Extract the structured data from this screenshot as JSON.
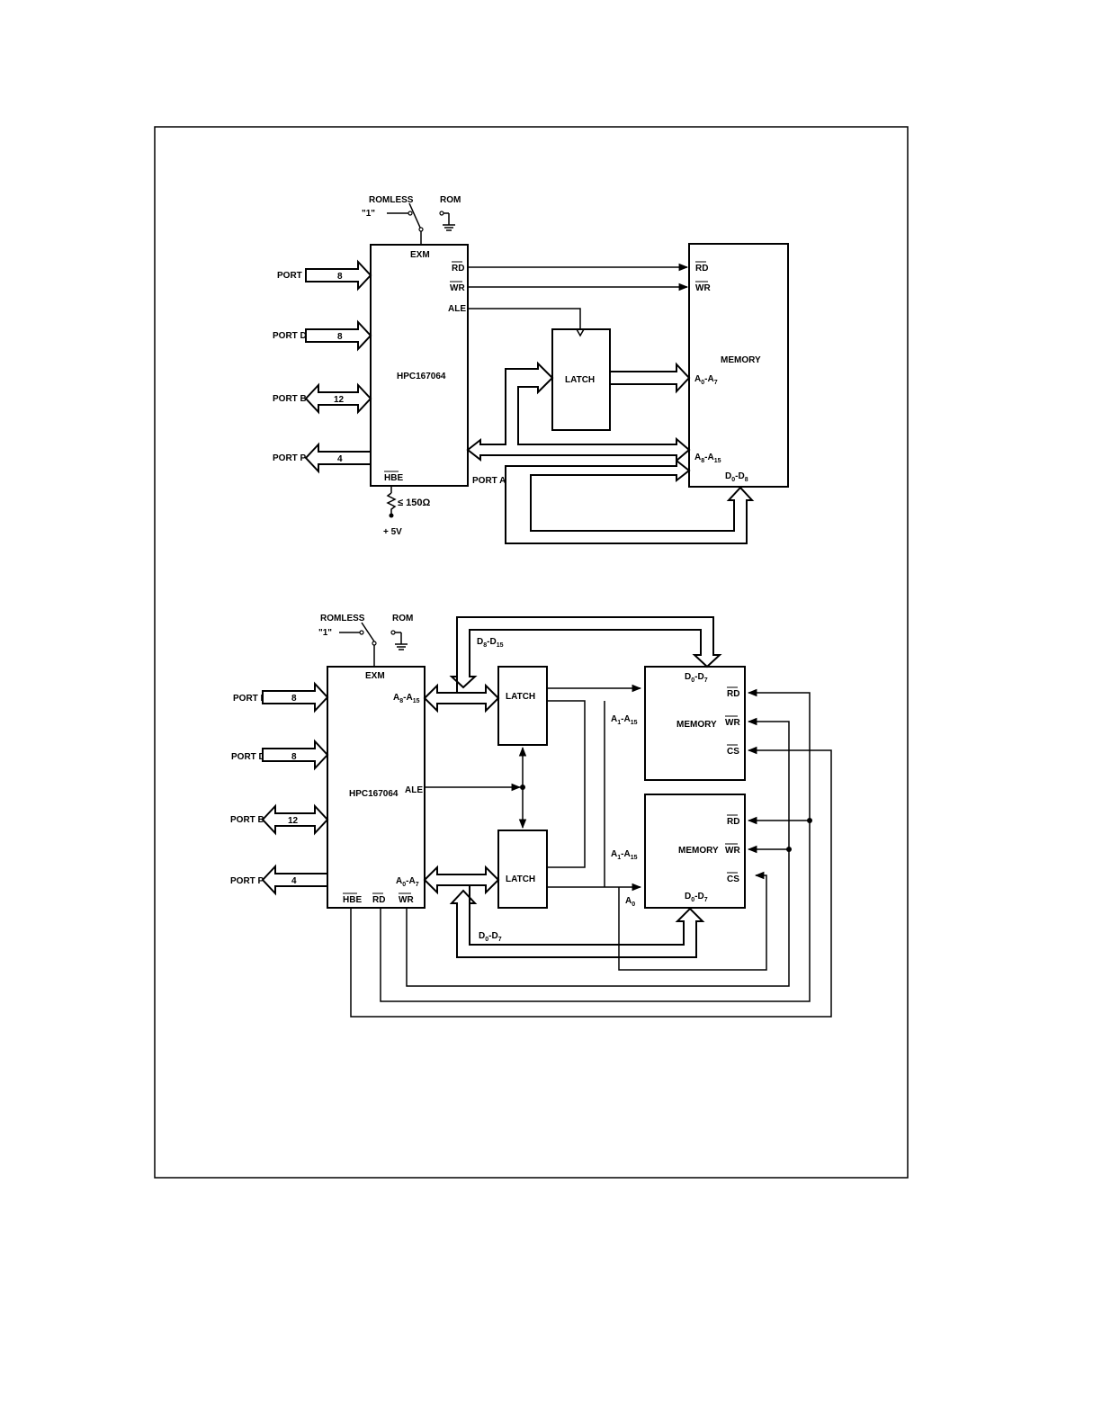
{
  "diagram_1": {
    "switch_romless": "ROMLESS",
    "switch_rom": "ROM",
    "switch_one": "\"1\"",
    "mcu_name": "HPC167064",
    "mcu_exm": "EXM",
    "mcu_rd": "RD",
    "mcu_wr": "WR",
    "mcu_ale": "ALE",
    "mcu_hbe": "HBE",
    "mcu_port_a": "PORT A",
    "port_i": "PORT I",
    "port_i_width": "8",
    "port_d": "PORT D",
    "port_d_width": "8",
    "port_b": "PORT B",
    "port_b_width": "12",
    "port_p": "PORT P",
    "port_p_width": "4",
    "resistor": "≤ 150Ω",
    "supply": "+ 5V",
    "latch": "LATCH",
    "memory": "MEMORY",
    "mem_rd": "RD",
    "mem_wr": "WR",
    "mem_a_low": {
      "main": "A",
      "sub1": "0",
      "dash": "-A",
      "sub2": "7"
    },
    "mem_a_high": {
      "main": "A",
      "sub1": "8",
      "dash": "-A",
      "sub2": "15"
    },
    "mem_d": {
      "main": "D",
      "sub1": "0",
      "dash": "-D",
      "sub2": "8"
    }
  },
  "diagram_2": {
    "switch_romless": "ROMLESS",
    "switch_rom": "ROM",
    "switch_one": "\"1\"",
    "mcu_name": "HPC167064",
    "mcu_exm": "EXM",
    "mcu_ale": "ALE",
    "mcu_hbe": "HBE",
    "mcu_rd": "RD",
    "mcu_wr": "WR",
    "mcu_a_high": {
      "main": "A",
      "sub1": "8",
      "dash": "-A",
      "sub2": "15"
    },
    "mcu_a_low": {
      "main": "A",
      "sub1": "0",
      "dash": "-A",
      "sub2": "7"
    },
    "port_i": "PORT I",
    "port_i_width": "8",
    "port_d": "PORT D",
    "port_d_width": "8",
    "port_b": "PORT B",
    "port_b_width": "12",
    "port_p": "PORT P",
    "port_p_width": "4",
    "latch_top": "LATCH",
    "latch_bottom": "LATCH",
    "data_high": {
      "main": "D",
      "sub1": "8",
      "dash": "-D",
      "sub2": "15"
    },
    "data_low": {
      "main": "D",
      "sub1": "0",
      "dash": "-D",
      "sub2": "7"
    },
    "addr_top": {
      "main": "A",
      "sub1": "1",
      "dash": "-A",
      "sub2": "15"
    },
    "addr_bottom": {
      "main": "A",
      "sub1": "1",
      "dash": "-A",
      "sub2": "15"
    },
    "addr_zero": {
      "main": "A",
      "sub1": "0"
    },
    "mem_top": "MEMORY",
    "mem_top_d": {
      "main": "D",
      "sub1": "0",
      "dash": "-D",
      "sub2": "7"
    },
    "mem_top_rd": "RD",
    "mem_top_wr": "WR",
    "mem_top_cs": "CS",
    "mem_bottom": "MEMORY",
    "mem_bottom_d": {
      "main": "D",
      "sub1": "0",
      "dash": "-D",
      "sub2": "7"
    },
    "mem_bottom_rd": "RD",
    "mem_bottom_wr": "WR",
    "mem_bottom_cs": "CS"
  }
}
